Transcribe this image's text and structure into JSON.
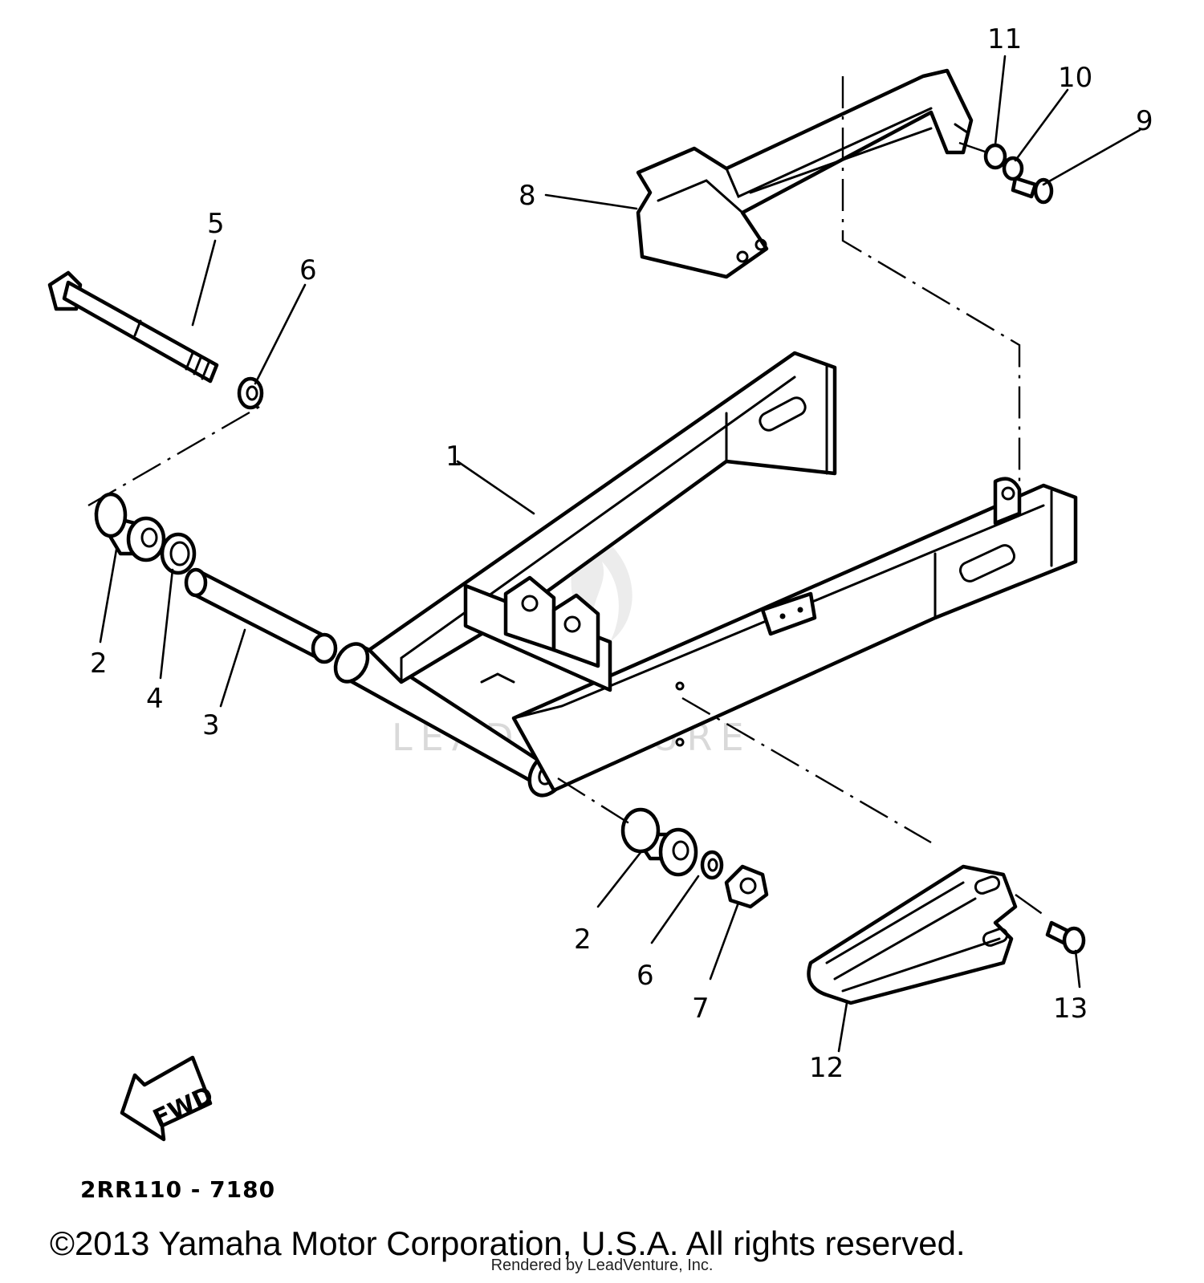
{
  "diagram": {
    "callouts": [
      "1",
      "2",
      "3",
      "4",
      "5",
      "6",
      "7",
      "8",
      "9",
      "10",
      "11",
      "12",
      "13"
    ],
    "fwd_label": "FWD",
    "diagram_code": "2RR110 - 7180",
    "watermark": "LEADVENTURE"
  },
  "footer": {
    "copyright": "©2013 Yamaha Motor Corporation, U.S.A. All rights reserved.",
    "rendered_by": "Rendered by LeadVenture, Inc."
  }
}
